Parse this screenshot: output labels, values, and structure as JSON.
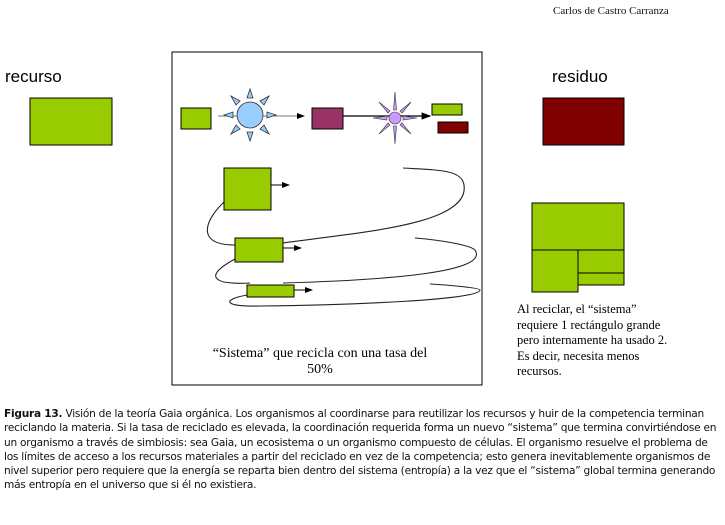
{
  "header": {
    "author": "Carlos de Castro Carranza"
  },
  "diagram": {
    "input_label": "recurso",
    "output_label": "residuo",
    "system_caption": "“Sistema” que recicla con una tasa del 50%",
    "note_lines": [
      "Al reciclar, el “sistema”",
      "requiere 1 rectángulo grande",
      "pero internamente ha usado 2.",
      "Es decir, necesita menos",
      "recursos."
    ],
    "colors": {
      "resource": "#99cc00",
      "waste": "#800000",
      "intermediate": "#993366",
      "sun": "#99ccff",
      "star": "#cc99ff"
    }
  },
  "caption": {
    "label": "Figura 13.",
    "text": " Visión de la teoría Gaia orgánica. Los organismos al coordinarse para reutilizar los recursos y huir de la competencia terminan reciclando la materia. Si la tasa de reciclado es elevada, la coordinación requerida forma un nuevo “sistema” que termina convirtiéndose en un organismo a través de simbiosis: sea Gaia, un ecosistema o un organismo compuesto de células. El organismo resuelve el problema de los límites de acceso a los recursos materiales a partir del reciclado en vez de la competencia; esto genera inevitablemente organismos de nivel superior pero requiere que la energía se reparta bien dentro del sistema (entropía) a la vez que el “sistema” global termina generando más entropía en el universo que si él no existiera."
  }
}
